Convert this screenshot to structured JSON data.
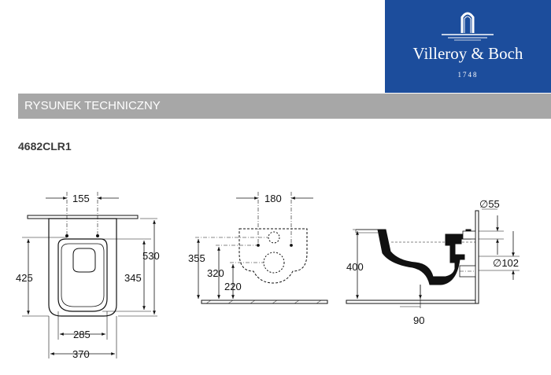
{
  "brand": {
    "name": "Villeroy & Boch",
    "year": "1748",
    "color": "#1c4d9c",
    "emblem_icon": "castle-gate-icon"
  },
  "header": {
    "title": "RYSUNEK TECHNICZNY",
    "bar_color": "#a7a7a7"
  },
  "product": {
    "code": "4682CLR1"
  },
  "drawings": {
    "top_view": {
      "dim_bolt_spacing": "155",
      "dim_depth": "530",
      "dim_front_to_bolt": "425",
      "dim_opening_length": "345",
      "dim_opening_width": "285",
      "dim_width": "370"
    },
    "rear_view": {
      "dim_bolt_spacing": "180",
      "dim_bolt_height": "355",
      "dim_inlet_height": "320",
      "dim_outlet_height": "220"
    },
    "side_view": {
      "dim_inlet_diameter": "∅55",
      "dim_rim_height": "400",
      "dim_outlet_diameter": "∅102",
      "dim_outlet_offset": "90"
    }
  }
}
